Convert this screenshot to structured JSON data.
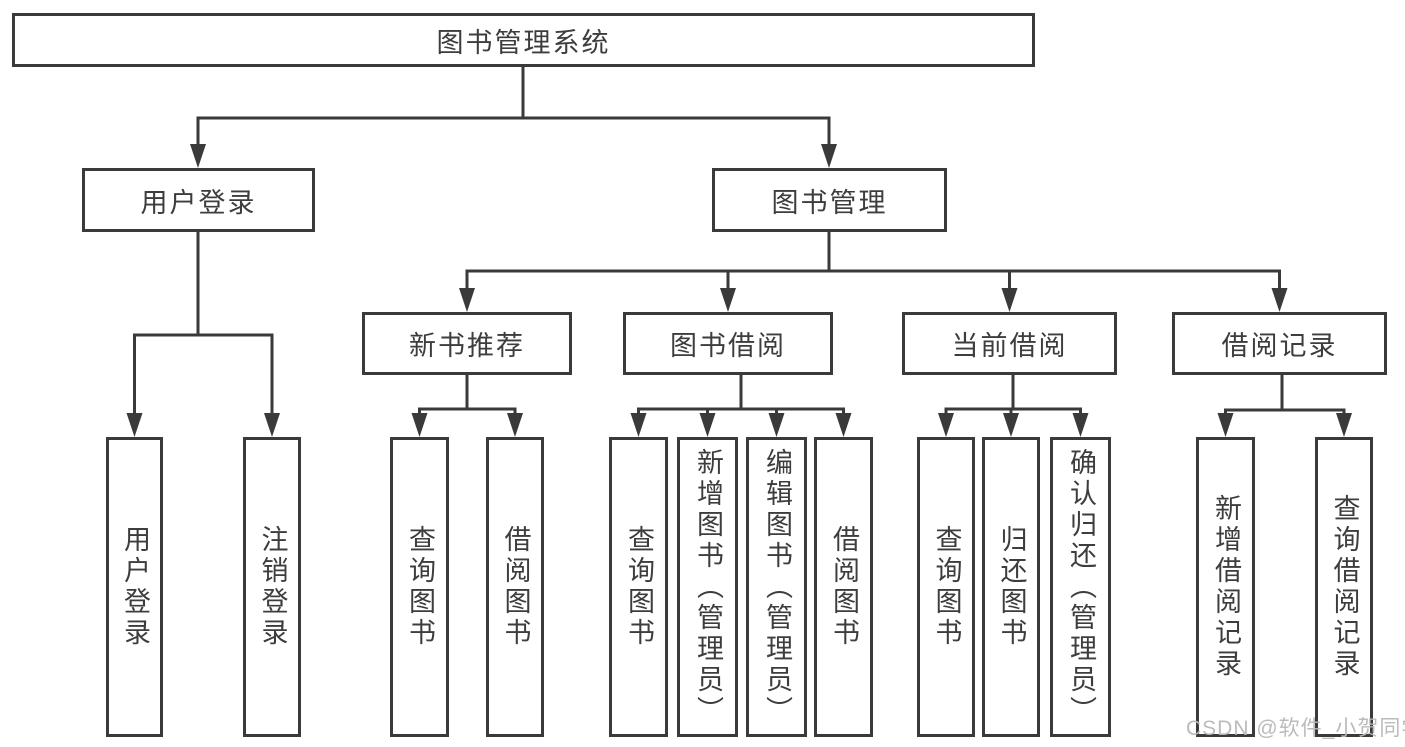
{
  "tree": {
    "label": "图书管理系统",
    "children": [
      {
        "label": "用户登录",
        "children": [
          {
            "label": "用户登录"
          },
          {
            "label": "注销登录"
          }
        ]
      },
      {
        "label": "图书管理",
        "children": [
          {
            "label": "新书推荐",
            "children": [
              {
                "label": "查询图书"
              },
              {
                "label": "借阅图书"
              }
            ]
          },
          {
            "label": "图书借阅",
            "children": [
              {
                "label": "查询图书"
              },
              {
                "label": "新增图书（管理员）"
              },
              {
                "label": "编辑图书（管理员）"
              },
              {
                "label": "借阅图书"
              }
            ]
          },
          {
            "label": "当前借阅",
            "children": [
              {
                "label": "查询图书"
              },
              {
                "label": "归还图书"
              },
              {
                "label": "确认归还（管理员）"
              }
            ]
          },
          {
            "label": "借阅记录",
            "children": [
              {
                "label": "新增借阅记录"
              },
              {
                "label": "查询借阅记录"
              }
            ]
          }
        ]
      }
    ]
  },
  "watermark": {
    "text": "CSDN @软件_小贺同学"
  },
  "colors": {
    "line": "#3a3a3a",
    "text": "#3d3d3d",
    "watermark": "#b7b7b7",
    "background": "#ffffff"
  }
}
